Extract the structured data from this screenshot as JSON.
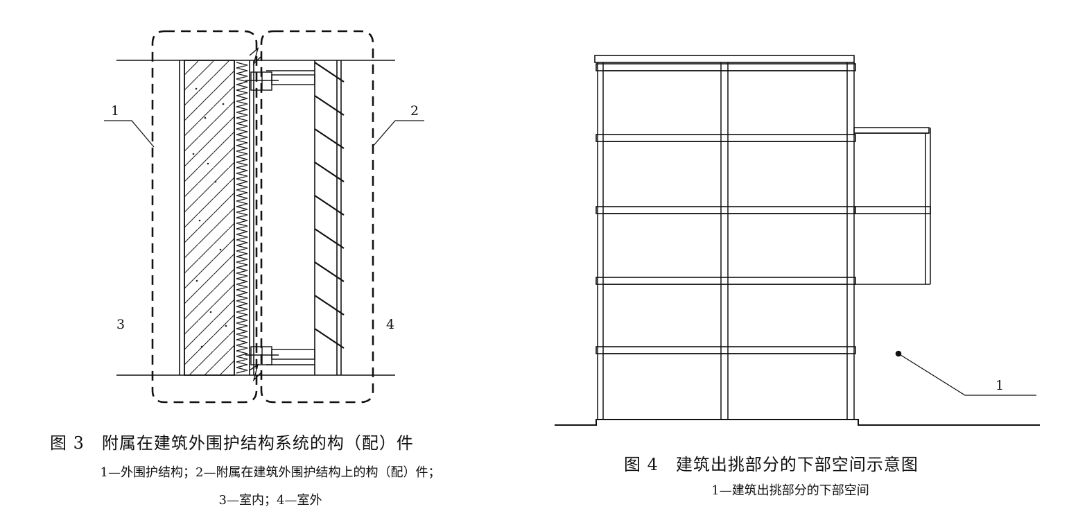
{
  "figure3": {
    "labels": [
      "1",
      "2",
      "3",
      "4"
    ],
    "caption_title": "图 3　附属在建筑外围护结构系统的构（配）件",
    "caption_legend_line1": "1—外围护结构；2—附属在建筑外围护结构上的构（配）件；",
    "caption_legend_line2": "3—室内；4—室外"
  },
  "figure4": {
    "labels": [
      "1"
    ],
    "caption_title": "图 4　建筑出挑部分的下部空间示意图",
    "caption_legend": "1—建筑出挑部分的下部空间"
  }
}
